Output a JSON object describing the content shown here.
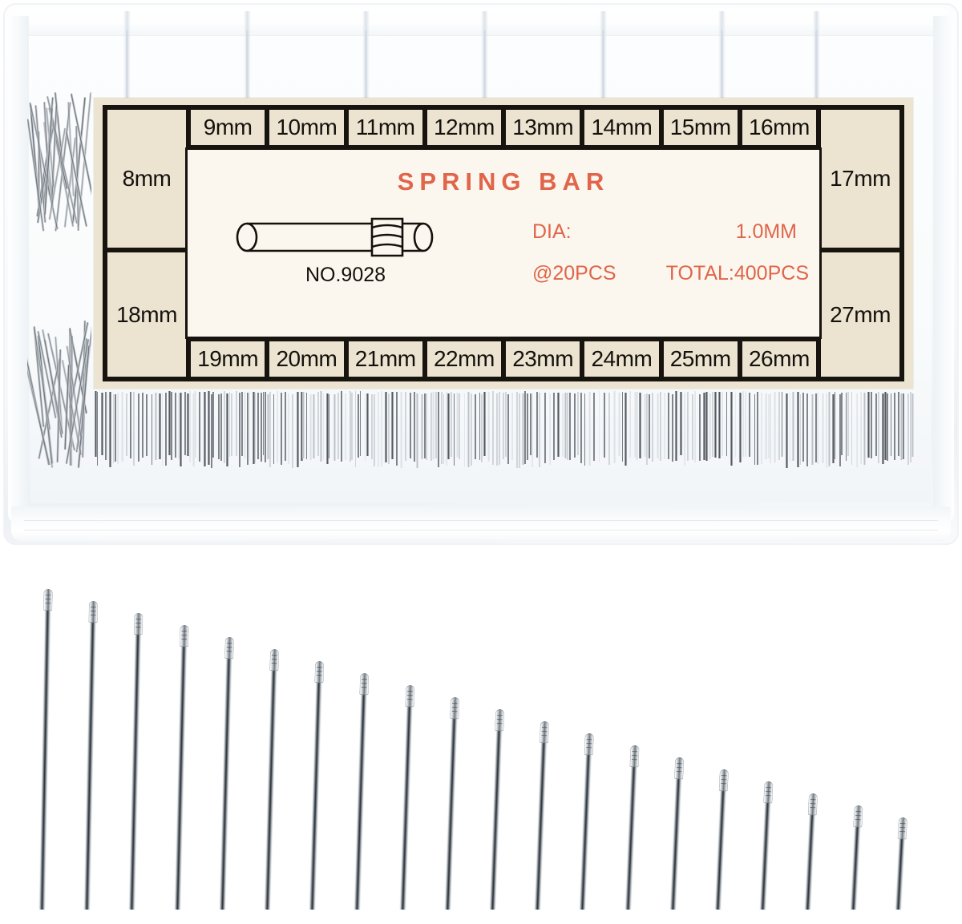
{
  "product": {
    "kind": "spring-bar-assortment-kit",
    "label": {
      "title": "SPRING   BAR",
      "model_label": "NO.9028",
      "dia_key": "DIA:",
      "dia_value": "1.0MM",
      "per_size_label": "@20PCS",
      "total_label": "TOTAL:400PCS",
      "title_color": "#e0654a",
      "text_color": "#14110d",
      "card_color": "#ece4d1",
      "panel_color": "#fbf7ee",
      "border_color": "#17130e",
      "sizes_top": [
        "8mm",
        "9mm",
        "10mm",
        "11mm",
        "12mm",
        "13mm",
        "14mm",
        "15mm",
        "16mm",
        "17mm"
      ],
      "sizes_bottom": [
        "18mm",
        "19mm",
        "20mm",
        "21mm",
        "22mm",
        "23mm",
        "24mm",
        "25mm",
        "26mm",
        "27mm"
      ]
    },
    "loose_bars": {
      "count": 20,
      "order": "longest-left-to-shortest-right",
      "lengths_mm": [
        27,
        26,
        25,
        24,
        23,
        22,
        21,
        20,
        19,
        18,
        17,
        16,
        15,
        14,
        13,
        12,
        11,
        10,
        9,
        8
      ]
    }
  }
}
